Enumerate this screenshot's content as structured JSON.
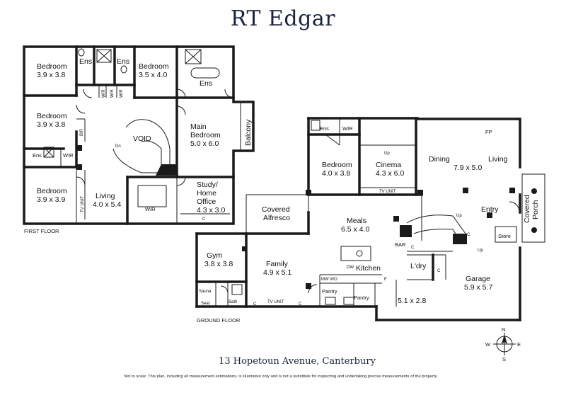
{
  "brand": "RT Edgar",
  "address": "13 Hopetoun Avenue, Canterbury",
  "disclaimer": "Not to scale: This plan, including all measurement estimations, is illustrative only and is not a substitute for inspecting and undertaking precise measurements of the property.",
  "floors": {
    "first": "FIRST FLOOR",
    "ground": "GROUND FLOOR"
  },
  "first_floor": {
    "bed1": {
      "name": "Bedroom",
      "size": "3.9 x 3.8"
    },
    "bed2": {
      "name": "Bedroom",
      "size": "3.5 x 4.0"
    },
    "bed3": {
      "name": "Bedroom",
      "size": "3.9 x 3.8"
    },
    "bed4": {
      "name": "Bedroom",
      "size": "3.9 x 3.9"
    },
    "ens1": "Ens",
    "ens2": "Ens",
    "ens3": "Ens",
    "ens4": "Ens",
    "wir1": "WIR",
    "wir2": "WIR",
    "wir3": "WIR",
    "wir4": "WIR",
    "bir": "BIR",
    "void": "VOID",
    "dn": "Dn",
    "main_bed": {
      "name": "Main",
      "name2": "Bedroom",
      "size": "5.0 x 6.0"
    },
    "balcony": "Balcony",
    "living": {
      "name": "Living",
      "size": "4.0 x 5.4"
    },
    "tv_unit": "TV UNIT",
    "study": {
      "l1": "Study/",
      "l2": "Home",
      "l3": "Office",
      "size": "4.3 x 3.0"
    },
    "c": "C"
  },
  "ground_floor": {
    "ens": "Ens",
    "wir": "WIR",
    "bedroom": {
      "name": "Bedroom",
      "size": "4.0 x 3.8"
    },
    "cinema": {
      "name": "Cinema",
      "size": "4.3 x 6.0"
    },
    "up1": "Up",
    "tv_unit1": "TV UNIT",
    "fp": "FP",
    "dining": "Dining",
    "living": "Living",
    "dl_size": "7.9 x 5.0",
    "entry": "Entry",
    "covered_porch": {
      "l1": "Covered",
      "l2": "Porch"
    },
    "covered_alfresco": {
      "l1": "Covered",
      "l2": "Alfresco"
    },
    "meals": {
      "name": "Meals",
      "size": "6.5 x 4.0"
    },
    "up2": "Up",
    "up3": "Up",
    "bar": "BAR",
    "store": "Store",
    "c1": "C",
    "c2": "C",
    "c3": "C",
    "c4": "C",
    "c5": "C",
    "gym": {
      "name": "Gym",
      "size": "3.8 x 3.8"
    },
    "family": {
      "name": "Family",
      "size": "4.9 x 5.1"
    },
    "dw": "DW",
    "kitchen": "Kitchen",
    "mwwo": "MW WO",
    "f": "F",
    "ldry": "L'dry",
    "garage": {
      "name": "Garage",
      "size": "5.9 x 5.7"
    },
    "garage_ext": "5.1 x 2.8",
    "pantry1": "Pantry",
    "pantry2": "Pantry",
    "sauna": "Sauna",
    "seat": "Seat",
    "bath": "Bath",
    "tv_unit2": "TV UNIT"
  },
  "compass": {
    "n": "N",
    "s": "S",
    "e": "E",
    "w": "W"
  }
}
